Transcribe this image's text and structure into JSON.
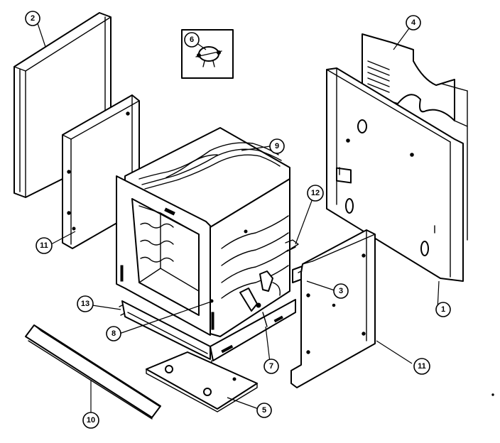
{
  "callouts": [
    {
      "id": "c1",
      "label": "1"
    },
    {
      "id": "c2",
      "label": "2"
    },
    {
      "id": "c3",
      "label": "3"
    },
    {
      "id": "c4",
      "label": "4"
    },
    {
      "id": "c5",
      "label": "5"
    },
    {
      "id": "c6",
      "label": "6"
    },
    {
      "id": "c7",
      "label": "7"
    },
    {
      "id": "c8",
      "label": "8"
    },
    {
      "id": "c9",
      "label": "9"
    },
    {
      "id": "c10",
      "label": "10"
    },
    {
      "id": "c11a",
      "label": "11"
    },
    {
      "id": "c11b",
      "label": "11"
    },
    {
      "id": "c12",
      "label": "12"
    },
    {
      "id": "c13",
      "label": "13"
    }
  ]
}
